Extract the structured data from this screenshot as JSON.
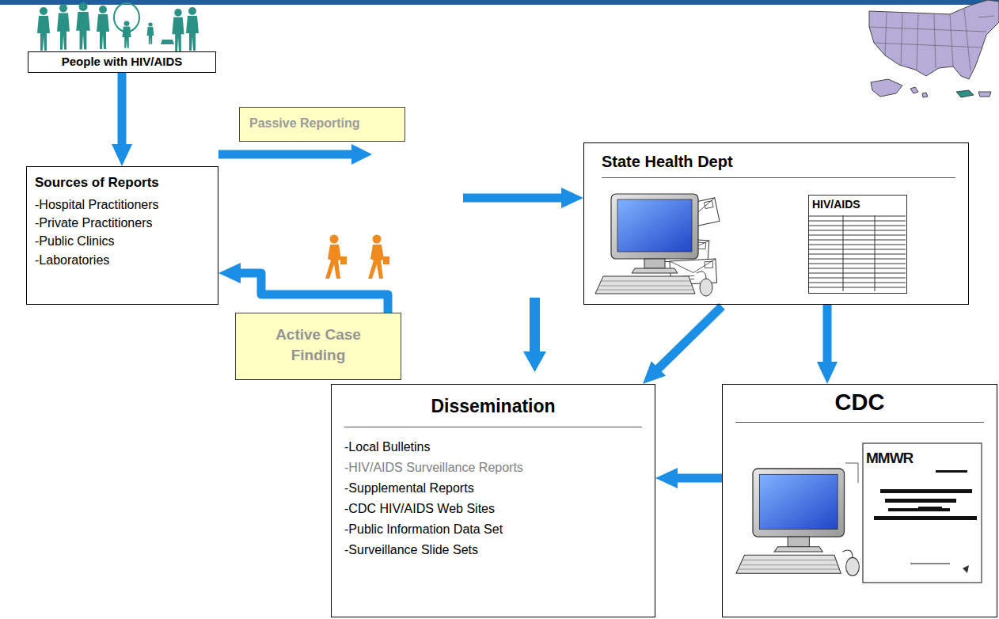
{
  "diagram": {
    "nodes": [
      {
        "text": [
          "People with HIV/AIDS"
        ]
      },
      {
        "text": [
          "Sources of Reports",
          "-Hospital Practitioners",
          "-Private Practitioners",
          "-Public Clinics",
          "-Laboratories"
        ]
      },
      {
        "text": [
          "Passive Reporting"
        ]
      },
      {
        "text": [
          "Active Case Finding"
        ]
      },
      {
        "text": [
          "State Health Dept"
        ]
      },
      {
        "text": [
          "HIV/AIDS"
        ],
        "in": 4
      },
      {
        "text": [
          "Dissemination",
          "-Local Bulletins",
          "-HIV/AIDS Surveillance Reports",
          "-Supplemental Reports",
          "-CDC HIV/AIDS Web Sites",
          "-Public Information Data Set",
          "-Surveillance Slide Sets"
        ]
      },
      {
        "text": [
          "CDC"
        ]
      }
    ],
    "edges": [
      {
        "from": 0,
        "to": 1,
        "arrow": "to"
      },
      {
        "from": 1,
        "to": 4,
        "arrow": "to"
      },
      {
        "from": 3,
        "to": 1,
        "arrow": "to"
      },
      {
        "from": 4,
        "to": 6,
        "arrow": "to"
      },
      {
        "from": 4,
        "to": 7,
        "arrow": "to"
      },
      {
        "from": 7,
        "to": 6,
        "arrow": "to"
      }
    ],
    "labels": [
      "MMWR"
    ]
  }
}
